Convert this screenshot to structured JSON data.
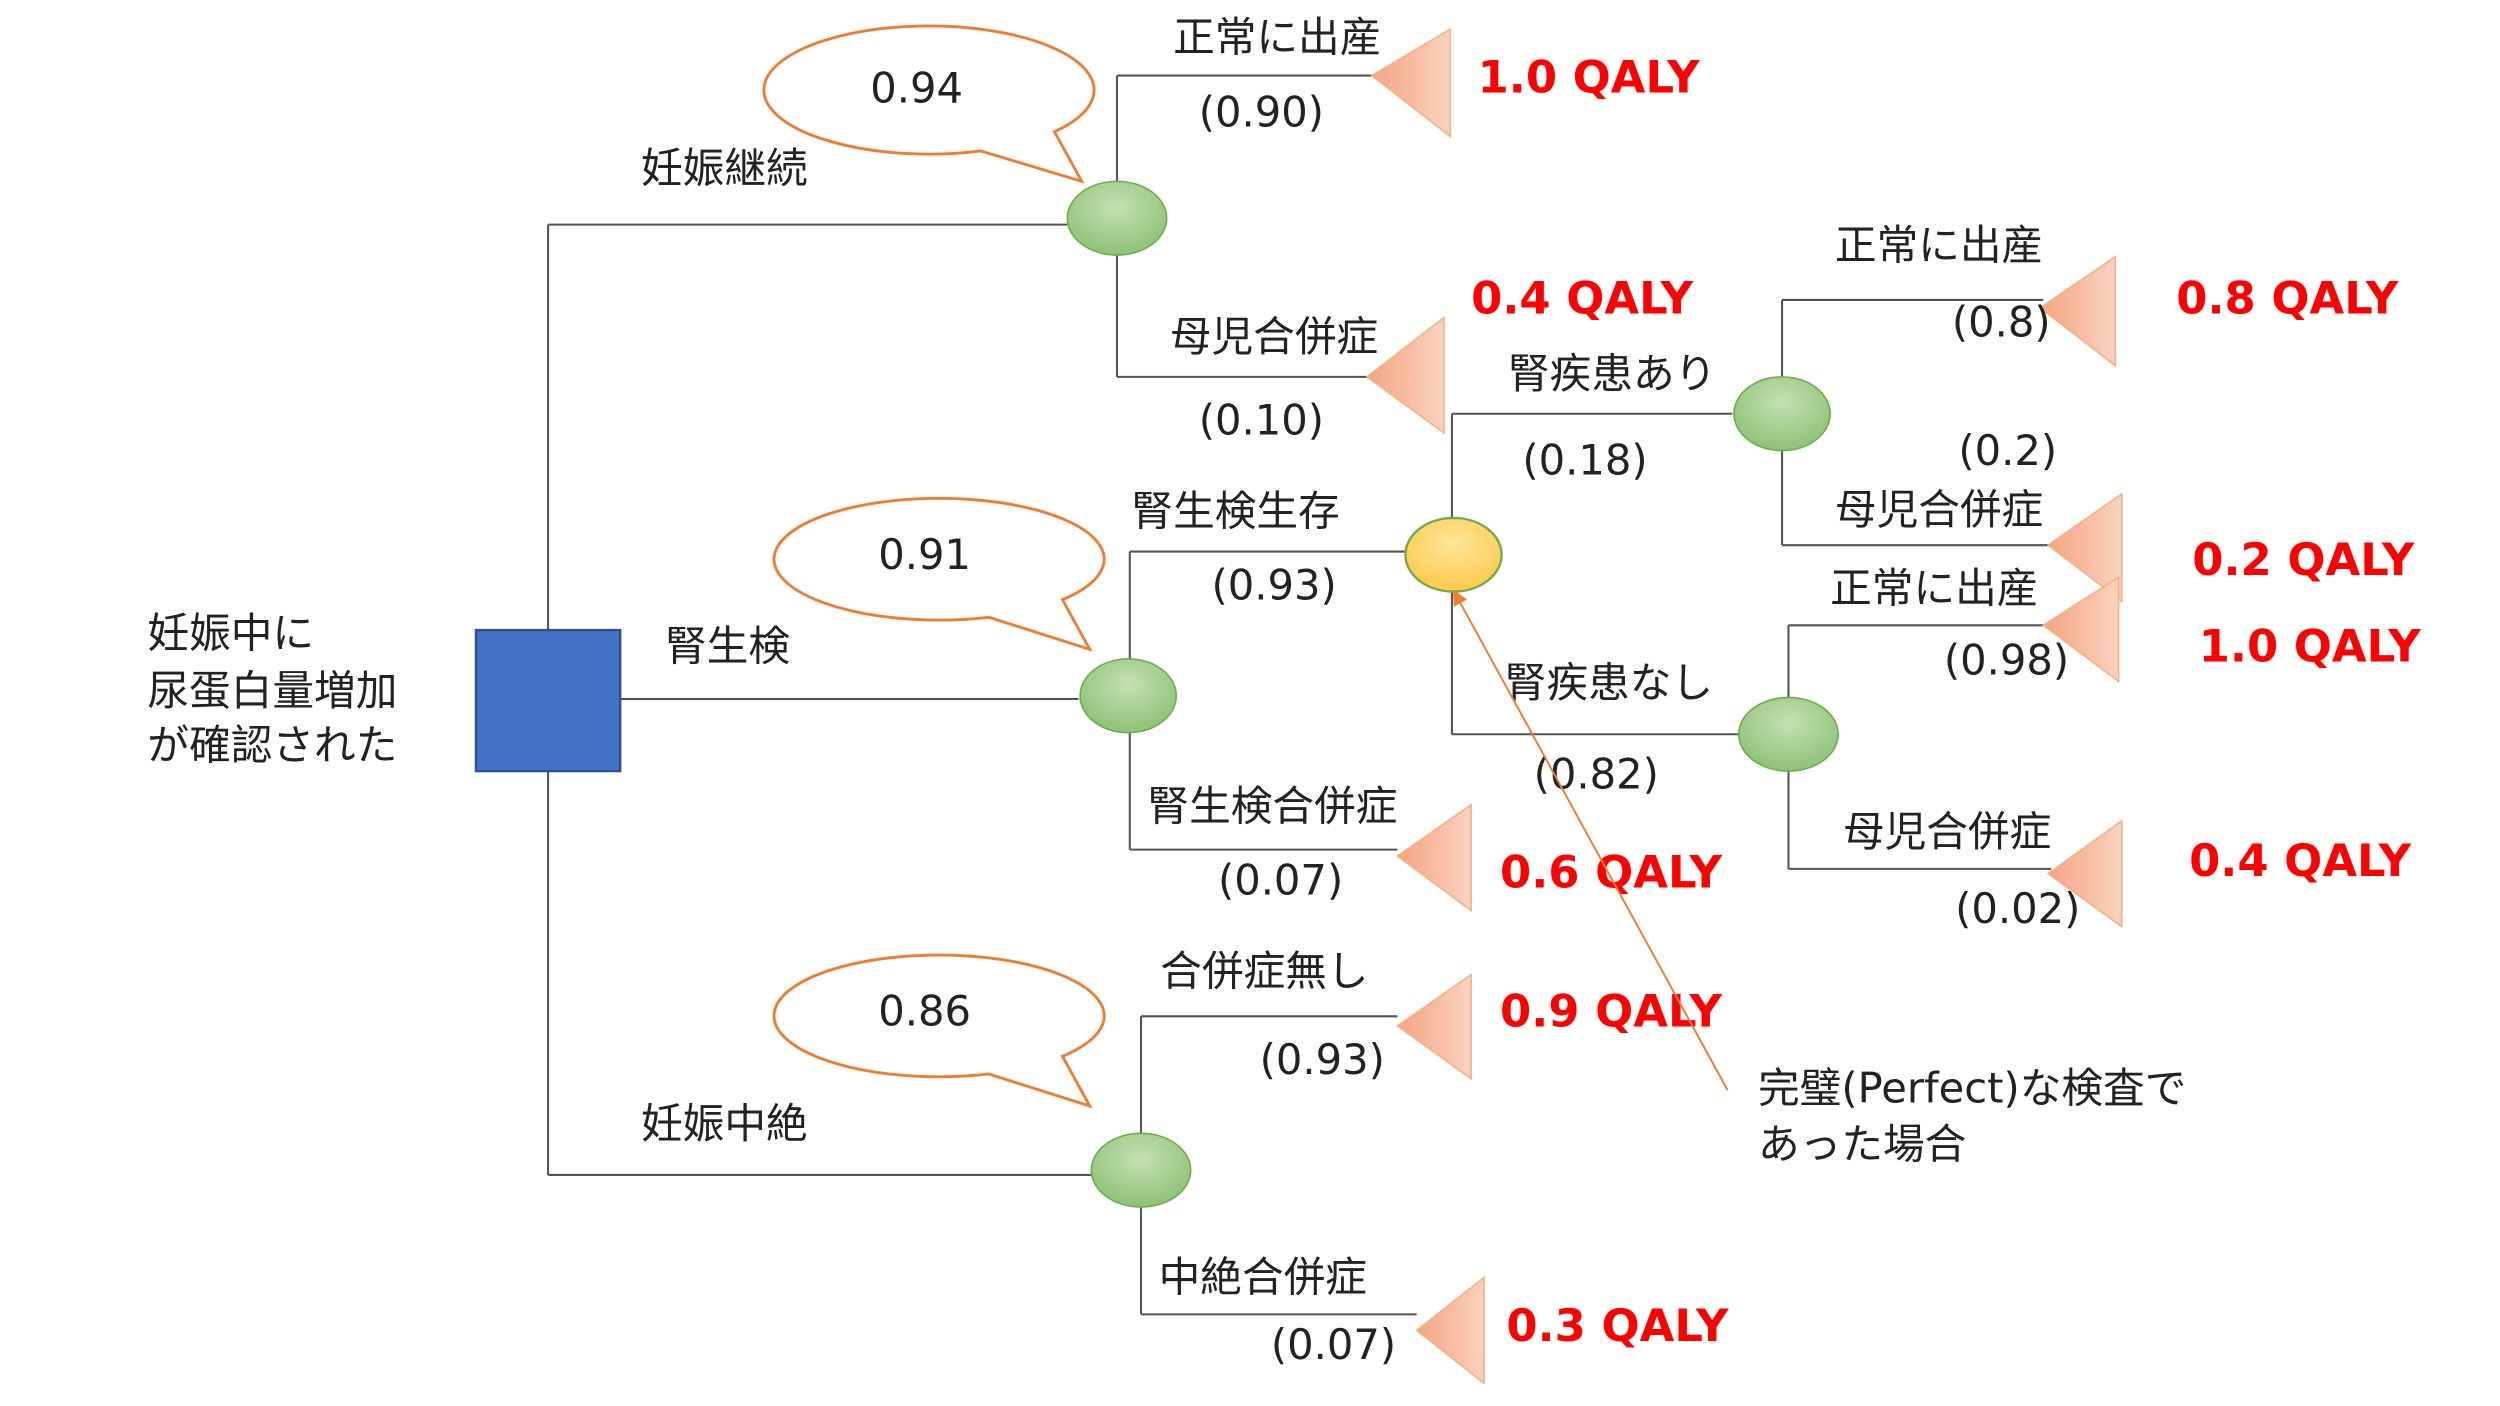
{
  "root": {
    "lines": [
      "妊娠中に",
      "尿蛋白量増加",
      "が確認された"
    ],
    "color": "#4472C4"
  },
  "branches": {
    "continue": "妊娠継続",
    "biopsy": "腎生検",
    "abort": "妊娠中絶"
  },
  "bubbles": [
    "0.94",
    "0.91",
    "0.86"
  ],
  "continue": {
    "normal": "正常に出産",
    "p_normal": "(0.90)",
    "q_normal": "1.0 QALY",
    "comp": "母児合併症",
    "p_comp": "(0.10)",
    "q_comp": "0.4 QALY"
  },
  "biopsy": {
    "survive": "腎生検生存",
    "p_survive": "(0.93)",
    "comp": "腎生検合併症",
    "p_comp": "(0.07)",
    "q_comp": "0.6 QALY"
  },
  "survive": {
    "disease": "腎疾患あり",
    "p_disease": "(0.18)",
    "nodisease": "腎疾患なし",
    "p_nodisease": "(0.82)"
  },
  "disease": {
    "normal": "正常に出産",
    "p_normal": "(0.8)",
    "q_normal": "0.8 QALY",
    "comp": "母児合併症",
    "p_comp": "(0.2)",
    "q_comp": "0.2 QALY"
  },
  "nodisease": {
    "normal": "正常に出産",
    "p_normal": "(0.98)",
    "q_normal": "1.0 QALY",
    "comp": "母児合併症",
    "p_comp": "(0.02)",
    "q_comp": "0.4 QALY"
  },
  "abort": {
    "nocomp": "合併症無し",
    "p_nocomp": "(0.93)",
    "q_nocomp": "0.9 QALY",
    "comp": "中絶合併症",
    "p_comp": "(0.07)",
    "q_comp": "0.3 QALY"
  },
  "annotation": {
    "lines": [
      "完璧(Perfect)な検査で",
      "あった場合"
    ]
  },
  "colors": {
    "qaly": "#FF0000",
    "chance": "#A9D18E",
    "perfect": "#FFD966",
    "bubble": "#ED7D31"
  }
}
